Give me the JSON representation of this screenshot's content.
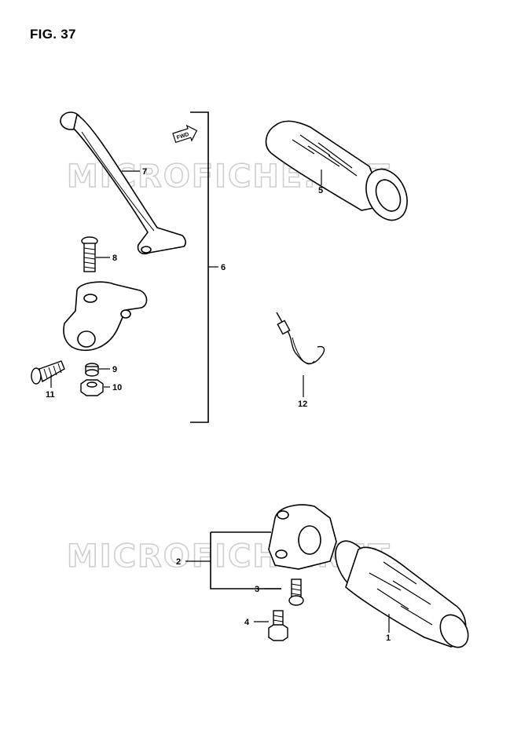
{
  "figure": {
    "title": "FIG. 37"
  },
  "watermark": {
    "text": "MICROFICHE.NET"
  },
  "badge": {
    "fwd": "FWD"
  },
  "callouts": [
    {
      "id": "1",
      "label": "1",
      "part": "right-grip"
    },
    {
      "id": "2",
      "label": "2",
      "part": "throttle-housing"
    },
    {
      "id": "3",
      "label": "3",
      "part": "housing-screw"
    },
    {
      "id": "4",
      "label": "4",
      "part": "housing-bolt"
    },
    {
      "id": "5",
      "label": "5",
      "part": "left-grip"
    },
    {
      "id": "6",
      "label": "6",
      "part": "lever-assembly"
    },
    {
      "id": "7",
      "label": "7",
      "part": "clutch-lever"
    },
    {
      "id": "8",
      "label": "8",
      "part": "pivot-bolt"
    },
    {
      "id": "9",
      "label": "9",
      "part": "washer"
    },
    {
      "id": "10",
      "label": "10",
      "part": "nut"
    },
    {
      "id": "11",
      "label": "11",
      "part": "adjuster-bolt"
    },
    {
      "id": "12",
      "label": "12",
      "part": "switch-wire"
    }
  ]
}
